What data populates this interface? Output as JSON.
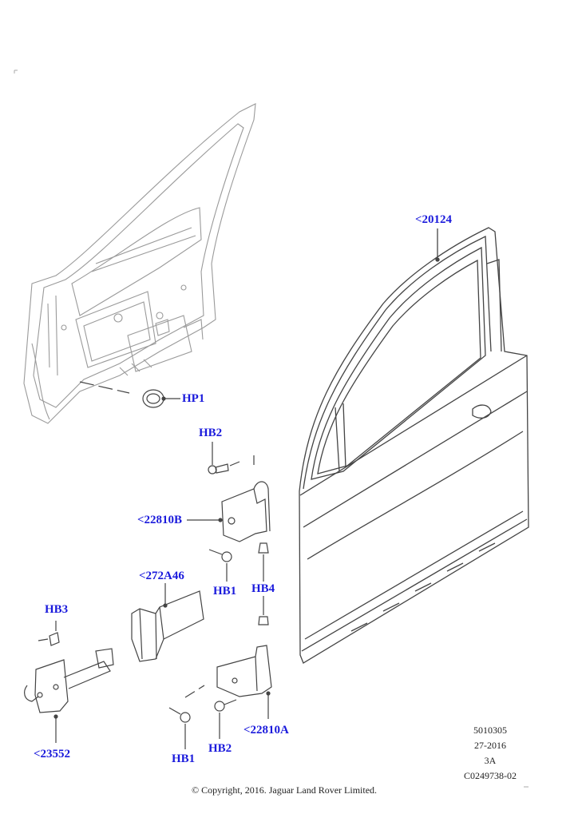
{
  "callouts": {
    "door_shell": "<20124",
    "plug": "HP1",
    "upper_hinge": "<22810B",
    "lower_hinge": "<22810A",
    "check_arm_bracket": "<272A46",
    "door_check": "<23552",
    "bolt_hb1_upper": "HB1",
    "bolt_hb1_lower": "HB1",
    "bolt_hb2_upper": "HB2",
    "bolt_hb2_lower": "HB2",
    "bolt_hb3": "HB3",
    "pin_hb4": "HB4"
  },
  "meta": {
    "line1": "5010305",
    "line2": "27-2016",
    "line3": "3A",
    "line4": "C0249738-02"
  },
  "copyright": "© Copyright, 2016. Jaguar Land Rover Limited.",
  "colors": {
    "callout": "#1a1adc",
    "line_art": "#444444",
    "ghost_art": "#9a9a9a"
  }
}
